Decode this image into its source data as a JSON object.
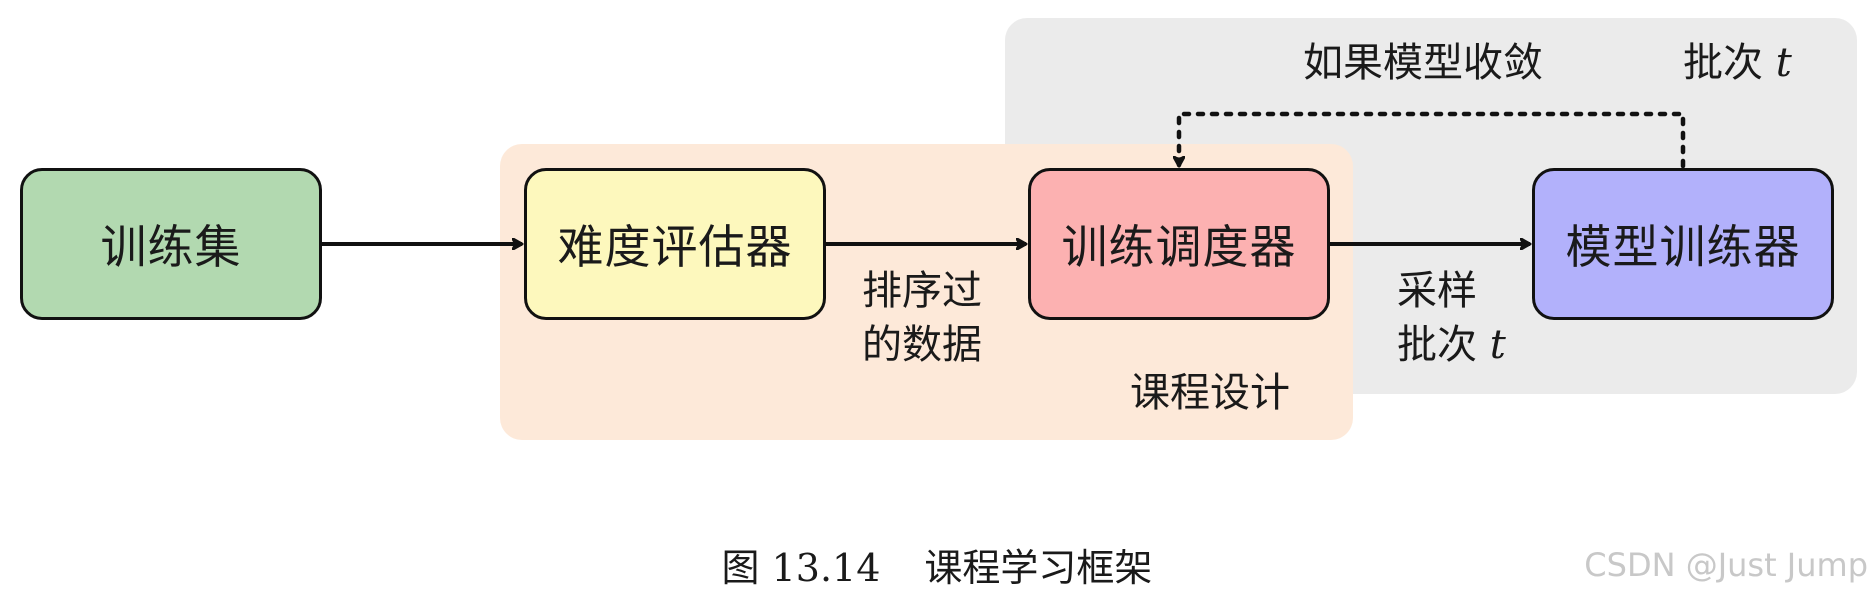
{
  "regions": {
    "batch": {
      "label_text": "批次",
      "label_var": "t"
    },
    "curriculum": {
      "label": "课程设计"
    }
  },
  "nodes": [
    {
      "id": "train-set",
      "label": "训练集",
      "fill": "#b2d9b0"
    },
    {
      "id": "difficulty-evaluator",
      "label": "难度评估器",
      "fill": "#fdf8bd"
    },
    {
      "id": "training-scheduler",
      "label": "训练调度器",
      "fill": "#fcb1b1"
    },
    {
      "id": "model-trainer",
      "label": "模型训练器",
      "fill": "#b2b1fb"
    }
  ],
  "edges": [
    {
      "from": "train-set",
      "to": "difficulty-evaluator",
      "style": "solid",
      "label": []
    },
    {
      "from": "difficulty-evaluator",
      "to": "training-scheduler",
      "style": "solid",
      "label": [
        "排序过",
        "的数据"
      ]
    },
    {
      "from": "training-scheduler",
      "to": "model-trainer",
      "style": "solid",
      "label": [
        "采样",
        "批次"
      ],
      "label_var": "t"
    },
    {
      "from": "model-trainer",
      "to": "training-scheduler",
      "style": "dotted",
      "label": [
        "如果模型收敛"
      ]
    }
  ],
  "caption": {
    "number": "图 13.14",
    "title": "课程学习框架"
  },
  "watermark": "CSDN @Just Jump",
  "colors": {
    "batch_region": "#ebebeb",
    "curriculum_region": "#fde9d9",
    "stroke": "#111111"
  }
}
